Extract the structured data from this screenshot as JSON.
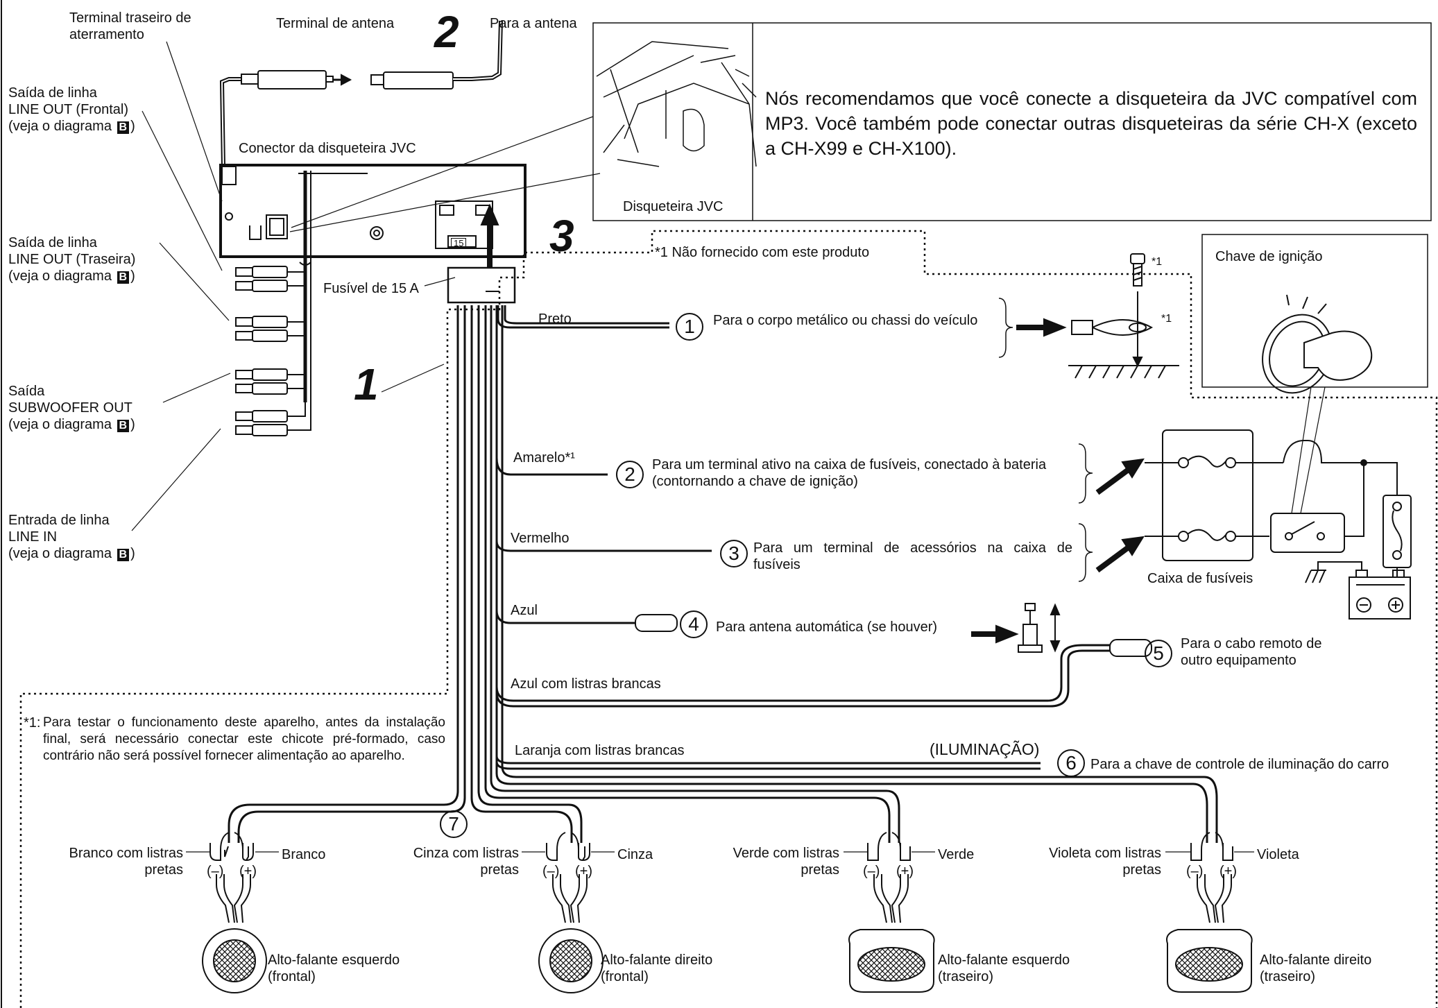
{
  "top_labels": {
    "rear_ground": "Terminal traseiro de aterramento",
    "antenna_terminal": "Terminal de antena",
    "to_antenna": "Para a antena",
    "changer_connector": "Conector da disqueteira JVC",
    "fuse": "Fusível de 15 A",
    "fuse_badge": "15"
  },
  "left_labels": {
    "front_out": [
      "Saída de linha",
      "LINE OUT (Frontal)",
      "(veja o diagrama ",
      ")"
    ],
    "rear_out": [
      "Saída de linha",
      "LINE OUT (Traseira)",
      "(veja o diagrama ",
      ")"
    ],
    "sub_out": [
      "Saída",
      "SUBWOOFER OUT",
      "(veja o diagrama ",
      ")"
    ],
    "line_in": [
      "Entrada de linha",
      "LINE IN",
      "(veja o diagrama ",
      ")"
    ],
    "diagram_ref": "B"
  },
  "step_numbers": [
    "1",
    "2",
    "3"
  ],
  "changer_box": {
    "label": "Disqueteira JVC",
    "recommendation": "Nós recomendamos que você conecte a disqueteira da JVC compatível com MP3. Você também pode conectar outras disqueteiras da série CH-X (exceto a CH-X99 e CH-X100)."
  },
  "note_top": "*1 Não fornecido com este produto",
  "ignition_label": "Chave de ignição",
  "screw_mark": "*1",
  "fuse_box_label": "Caixa de fusíveis",
  "wires": [
    {
      "num": "1",
      "color_name": "Preto",
      "desc": "Para o corpo metálico ou chassi do veículo"
    },
    {
      "num": "2",
      "color_name": "Amarelo*¹",
      "desc": "Para um terminal ativo na caixa de fusíveis, conectado à bateria (contornando a chave de ignição)"
    },
    {
      "num": "3",
      "color_name": "Vermelho",
      "desc": "Para um terminal de acessórios na caixa de fusíveis"
    },
    {
      "num": "4",
      "color_name": "Azul",
      "desc": "Para antena automática (se houver)"
    },
    {
      "num": "5",
      "color_name": "Azul com listras brancas",
      "desc": "Para o cabo remoto de outro equipamento"
    },
    {
      "num": "6",
      "color_name": "Laranja com listras brancas",
      "desc": "Para a chave de controle de iluminação do carro",
      "tag": "(ILUMINAÇÃO)"
    }
  ],
  "test_note": {
    "mark": "*1:",
    "text": "Para testar o funcionamento deste aparelho, antes da instalação final, será necessário conectar este chicote pré-formado, caso contrário não será possível fornecer alimentação ao aparelho."
  },
  "speaker_group_num": "7",
  "polarity": {
    "neg": "(–)",
    "pos": "(+)"
  },
  "speakers": [
    {
      "neg_wire": [
        "Branco com listras",
        "pretas"
      ],
      "pos_wire": "Branco",
      "name": [
        "Alto-falante esquerdo",
        "(frontal)"
      ]
    },
    {
      "neg_wire": [
        "Cinza com listras",
        "pretas"
      ],
      "pos_wire": "Cinza",
      "name": [
        "Alto-falante direito",
        "(frontal)"
      ]
    },
    {
      "neg_wire": [
        "Verde com listras",
        "pretas"
      ],
      "pos_wire": "Verde",
      "name": [
        "Alto-falante esquerdo",
        "(traseiro)"
      ]
    },
    {
      "neg_wire": [
        "Violeta com listras",
        "pretas"
      ],
      "pos_wire": "Violeta",
      "name": [
        "Alto-falante direito",
        "(traseiro)"
      ]
    }
  ]
}
